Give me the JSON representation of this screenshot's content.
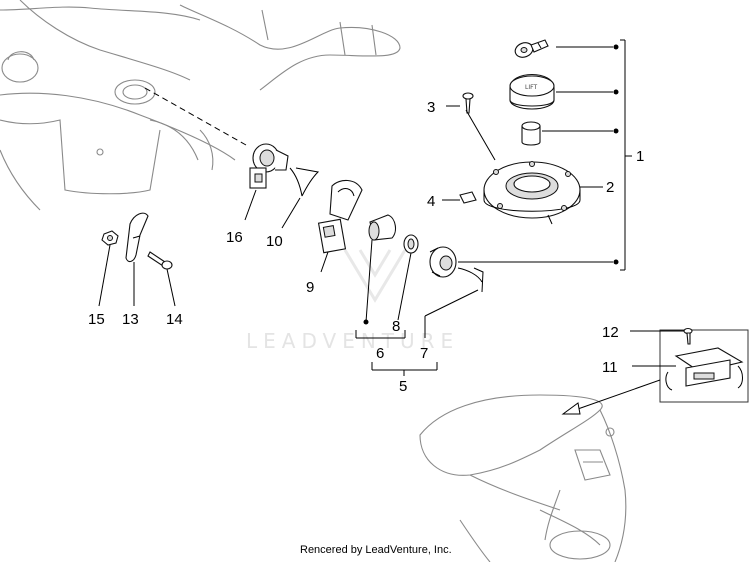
{
  "labels": {
    "l1": "1",
    "l2": "2",
    "l3": "3",
    "l4": "4",
    "l5": "5",
    "l6": "6",
    "l7": "7",
    "l8": "8",
    "l9": "9",
    "l10": "10",
    "l11": "11",
    "l12": "12",
    "l13": "13",
    "l14": "14",
    "l15": "15",
    "l16": "16"
  },
  "cap_text": "LIFT",
  "watermark": "LEADVENTURE",
  "footer": "Rencered by LeadVenture, Inc.",
  "colors": {
    "line": "#000000",
    "background_art": "#8a8a8a",
    "watermark": "#e4e4e4"
  }
}
